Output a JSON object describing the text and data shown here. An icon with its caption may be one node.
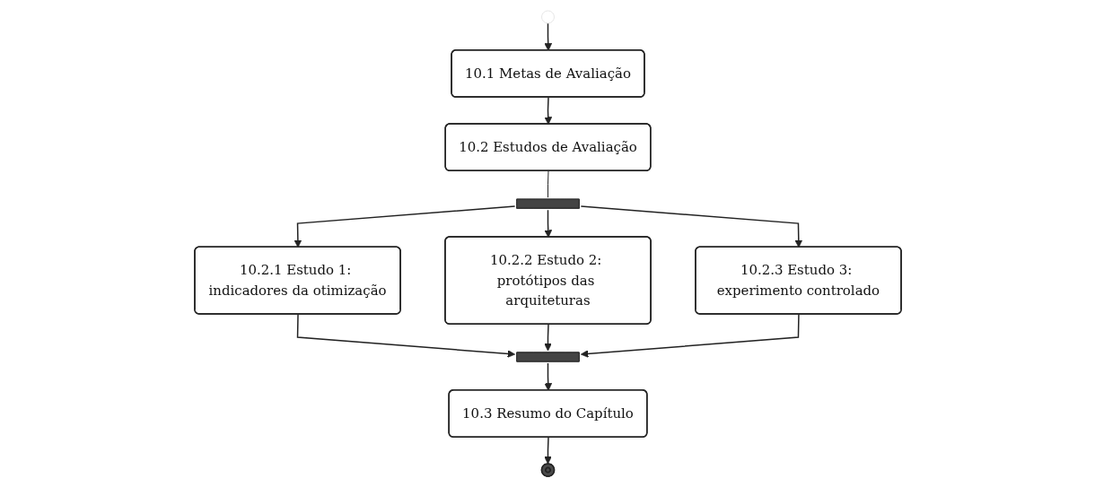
{
  "diagram": {
    "nodes": [
      {
        "text": [],
        "shape": "circle"
      },
      {
        "text": [
          "10.1 Metas de Avaliação"
        ]
      },
      {
        "text": [
          "10.2 Estudos de Avaliação"
        ]
      },
      {
        "text": [],
        "shape": "bar"
      },
      {
        "text": [
          "10.2.1 Estudo 1: indicadores da otimização"
        ]
      },
      {
        "text": [
          "10.2.2 Estudo 2: protótipos das arquiteturas"
        ]
      },
      {
        "text": [
          "10.2.3 Estudo 3: experimento controlado"
        ]
      },
      {
        "text": [],
        "shape": "bar"
      },
      {
        "text": [
          "10.3 Resumo do Capítulo"
        ]
      },
      {
        "text": [],
        "shape": "circle"
      }
    ],
    "edges": [
      {
        "from": 0,
        "to": 1,
        "arrow": "to"
      },
      {
        "from": 1,
        "to": 2,
        "arrow": "to"
      },
      {
        "from": 2,
        "to": 3,
        "arrow": "none"
      },
      {
        "from": 3,
        "to": 4,
        "arrow": "to"
      },
      {
        "from": 3,
        "to": 5,
        "arrow": "to"
      },
      {
        "from": 3,
        "to": 6,
        "arrow": "to"
      },
      {
        "from": 4,
        "to": 7,
        "arrow": "to"
      },
      {
        "from": 5,
        "to": 7,
        "arrow": "to"
      },
      {
        "from": 6,
        "to": 7,
        "arrow": "to"
      },
      {
        "from": 7,
        "to": 8,
        "arrow": "to"
      },
      {
        "from": 8,
        "to": 9,
        "arrow": "to"
      }
    ]
  }
}
